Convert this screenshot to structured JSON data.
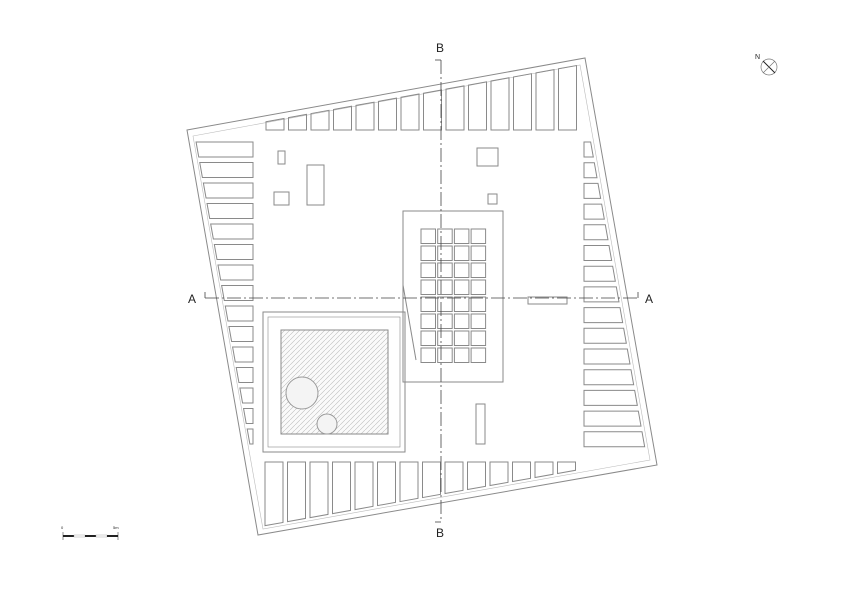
{
  "section_labels": {
    "a_left": "A",
    "a_right": "A",
    "b_top": "B",
    "b_bottom": "B"
  },
  "north_arrow": {
    "label": "N"
  },
  "scale_bar": {
    "start": "0",
    "end": "5m"
  },
  "colors": {
    "line": "#8a8a8a",
    "dark": "#222222",
    "hatch": "#bdbdbd"
  }
}
